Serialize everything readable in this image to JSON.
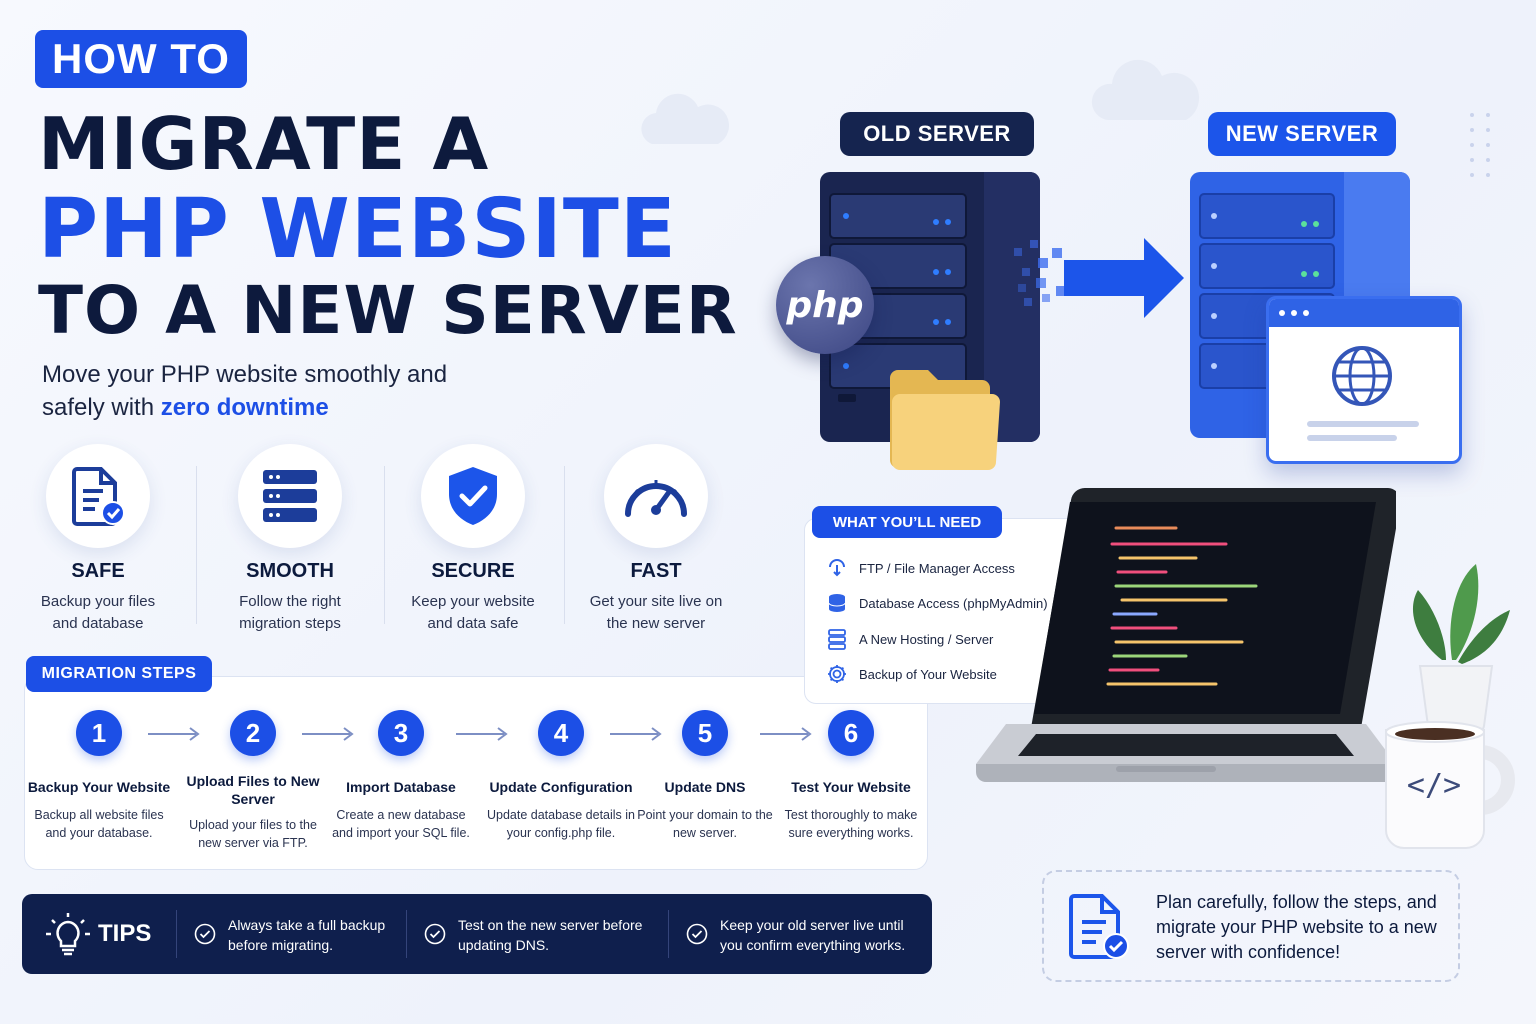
{
  "title": {
    "badge": "HOW TO",
    "line1": "MIGRATE A",
    "line2": "PHP WEBSITE",
    "line3": "TO A NEW SERVER"
  },
  "subtitle": {
    "text_before": "Move your PHP website smoothly and safely with ",
    "highlight": "zero downtime"
  },
  "features": [
    {
      "title": "SAFE",
      "desc1": "Backup your files",
      "desc2": "and database",
      "icon": "document-check-icon"
    },
    {
      "title": "SMOOTH",
      "desc1": "Follow the right",
      "desc2": "migration steps",
      "icon": "server-stack-icon"
    },
    {
      "title": "SECURE",
      "desc1": "Keep your website",
      "desc2": "and data safe",
      "icon": "shield-check-icon"
    },
    {
      "title": "FAST",
      "desc1": "Get your site live on",
      "desc2": "the new server",
      "icon": "speedometer-icon"
    }
  ],
  "migration": {
    "badge": "MIGRATION STEPS",
    "steps": [
      {
        "num": "1",
        "title": "Backup Your Website",
        "desc": "Backup all website files and your database."
      },
      {
        "num": "2",
        "title": "Upload Files to New Server",
        "desc": "Upload your files to the new server via FTP."
      },
      {
        "num": "3",
        "title": "Import Database",
        "desc": "Create a new database and import your SQL file."
      },
      {
        "num": "4",
        "title": "Update Configuration",
        "desc": "Update database details in your config.php file."
      },
      {
        "num": "5",
        "title": "Update DNS",
        "desc": "Point your domain to the new server."
      },
      {
        "num": "6",
        "title": "Test Your Website",
        "desc": "Test thoroughly to make sure everything works."
      }
    ]
  },
  "tips": {
    "label": "TIPS",
    "items": [
      {
        "line1": "Always take a full backup",
        "line2": "before migrating."
      },
      {
        "line1": "Test on the new server before",
        "line2": "updating DNS."
      },
      {
        "line1": "Keep your old server live until",
        "line2": "you confirm everything works."
      }
    ]
  },
  "servers": {
    "old_label": "OLD SERVER",
    "new_label": "NEW SERVER",
    "php_logo": "php"
  },
  "needs": {
    "badge": "WHAT YOU’LL NEED",
    "items": [
      {
        "label": "FTP / File Manager Access",
        "icon": "ftp-icon"
      },
      {
        "label": "Database Access (phpMyAdmin)",
        "icon": "database-icon"
      },
      {
        "label": "A New Hosting / Server",
        "icon": "server-icon"
      },
      {
        "label": "Backup of Your Website",
        "icon": "gear-icon"
      }
    ]
  },
  "mug_symbol": "</>",
  "callout": {
    "text": "Plan carefully, follow the steps, and migrate your PHP website to a new server with confidence!"
  },
  "colors": {
    "brand_blue": "#1c4fe6",
    "navy": "#0f1f4d",
    "dark_text": "#0c1a3d"
  }
}
